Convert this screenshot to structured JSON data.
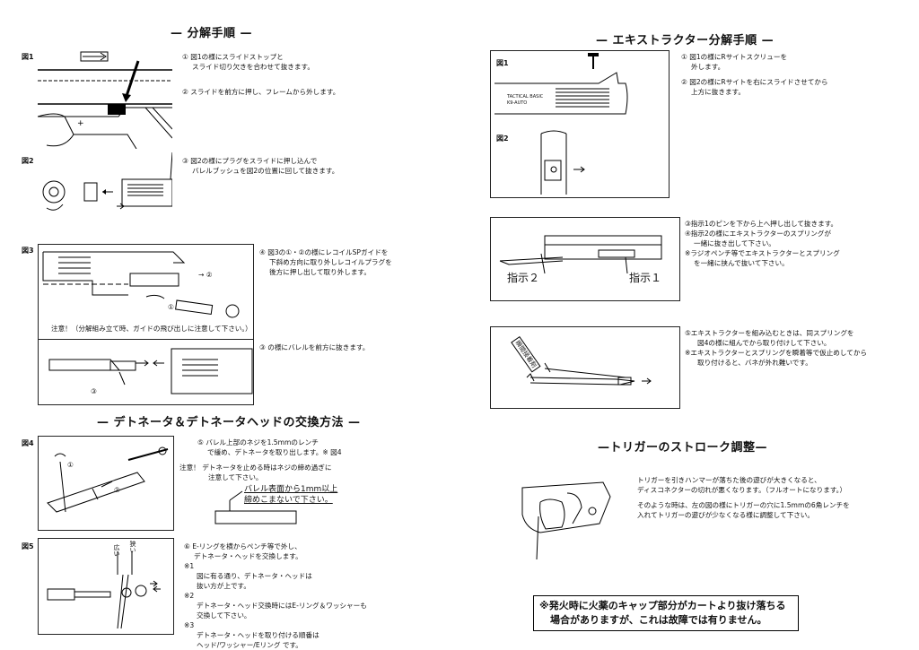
{
  "left": {
    "s1": {
      "heading": "— 分解手順 —",
      "fig1": {
        "label": "図1",
        "step1": [
          "① 図1の様にスライドストップと",
          "スライド切り欠きを合わせて抜きます。"
        ],
        "step2": "② スライドを前方に押し、フレームから外します。"
      },
      "fig2": {
        "label": "図2",
        "step3": [
          "③ 図2の様にプラグをスライドに押し込んで",
          "バレルブッシュを図2の位置に回して抜きます。"
        ]
      },
      "fig3": {
        "label": "図3",
        "step4": [
          "④ 図3の①・②の様にレコイルSPガイドを",
          "下斜め方向に取り外しレコイルプラグを",
          "後方に押し出して取り外します。"
        ],
        "caution": "注意！（分解組み立て時、ガイドの飛び出しに注意して下さい。）",
        "step5": "③ の様にバレルを前方に抜きます。",
        "m1": "①",
        "m2": "→ ②",
        "m3": "③"
      }
    },
    "s2": {
      "heading": "— デトネータ＆デトネータヘッドの交換方法 —",
      "fig4": {
        "label": "図4",
        "step": [
          "⑤ バレル上部のネジを1.5mmのレンチ",
          "で緩め、デトネータを取り出します。※ 図4"
        ],
        "warn": [
          "注意！ デトネータを止める時はネジの締め過ぎに",
          "注意して下さい。"
        ],
        "boxed": [
          "バレル表面から1mm以上",
          "締めこまないで下さい。"
        ],
        "m1": "①",
        "m2": "②"
      },
      "fig5": {
        "label": "図5",
        "step": [
          "⑥ E-リングを横からペンチ等で外し、",
          "デトネータ・ヘッドを交換します。"
        ],
        "n1": "※1",
        "n1t": [
          "図に有る通り、デトネータ・ヘッドは",
          "抜い方が上です。"
        ],
        "n2": "※2",
        "n2t": [
          "デトネータ・ヘッド交換時にはE-リング＆ワッシャーも",
          "交換して下さい。"
        ],
        "n3": "※3",
        "n3t": [
          "デトネータ・ヘッドを取り付ける順番は",
          "ヘッド/ワッシャー/Eリング です。"
        ],
        "v1": "狭い",
        "v2": "広い"
      }
    }
  },
  "right": {
    "s3": {
      "heading": "— エキストラクター分解手順 —",
      "fig1": {
        "label": "図1",
        "step1": [
          "① 図1の様にRサイトスクリューを",
          "外します。"
        ],
        "step2": [
          "② 図2の様にRサイトを右にスライドさせてから",
          "上方に抜きます。"
        ],
        "slide": [
          "TACTICAL BASIC",
          "K9-AUTO"
        ]
      },
      "fig2": {
        "label": "図2"
      },
      "fig3": {
        "step": [
          "③指示1のピンを下から上へ押し出して抜きます。",
          "④指示2の様にエキストラクターのスプリングが",
          "一緒に抜き出して下さい。",
          "※ラジオペンチ等でエキストラクターとスプリング",
          "を一緒に挟んで抜いて下さい。"
        ],
        "ind2": "指示２",
        "ind1": "指示１"
      },
      "fig4": {
        "step": [
          "⑤エキストラクターを組み込むときは、同スプリングを",
          "図4の様に組んでから取り付けして下さい。",
          "※エキストラクターとスプリングを瞬着等で仮止めしてから",
          "取り付けると、バネが外れ難いです。"
        ],
        "tag": "瞬間接着剤"
      }
    },
    "s4": {
      "heading": "—トリガーのストローク調整—",
      "text": [
        "トリガーを引きハンマーが落ちた後の遊びが大きくなると、",
        "ディスコネクターの切れが悪くなります。（フルオートになります。）",
        "",
        "そのような時は、左の図の様にトリガーの穴に1.5mmの6角レンチを",
        "入れてトリガーの遊びが少なくなる様に調整して下さい。"
      ]
    },
    "notice": [
      "※発火時に火薬のキャップ部分がカートより抜け落ちる",
      "場合がありますが、これは故障では有りません。"
    ]
  }
}
